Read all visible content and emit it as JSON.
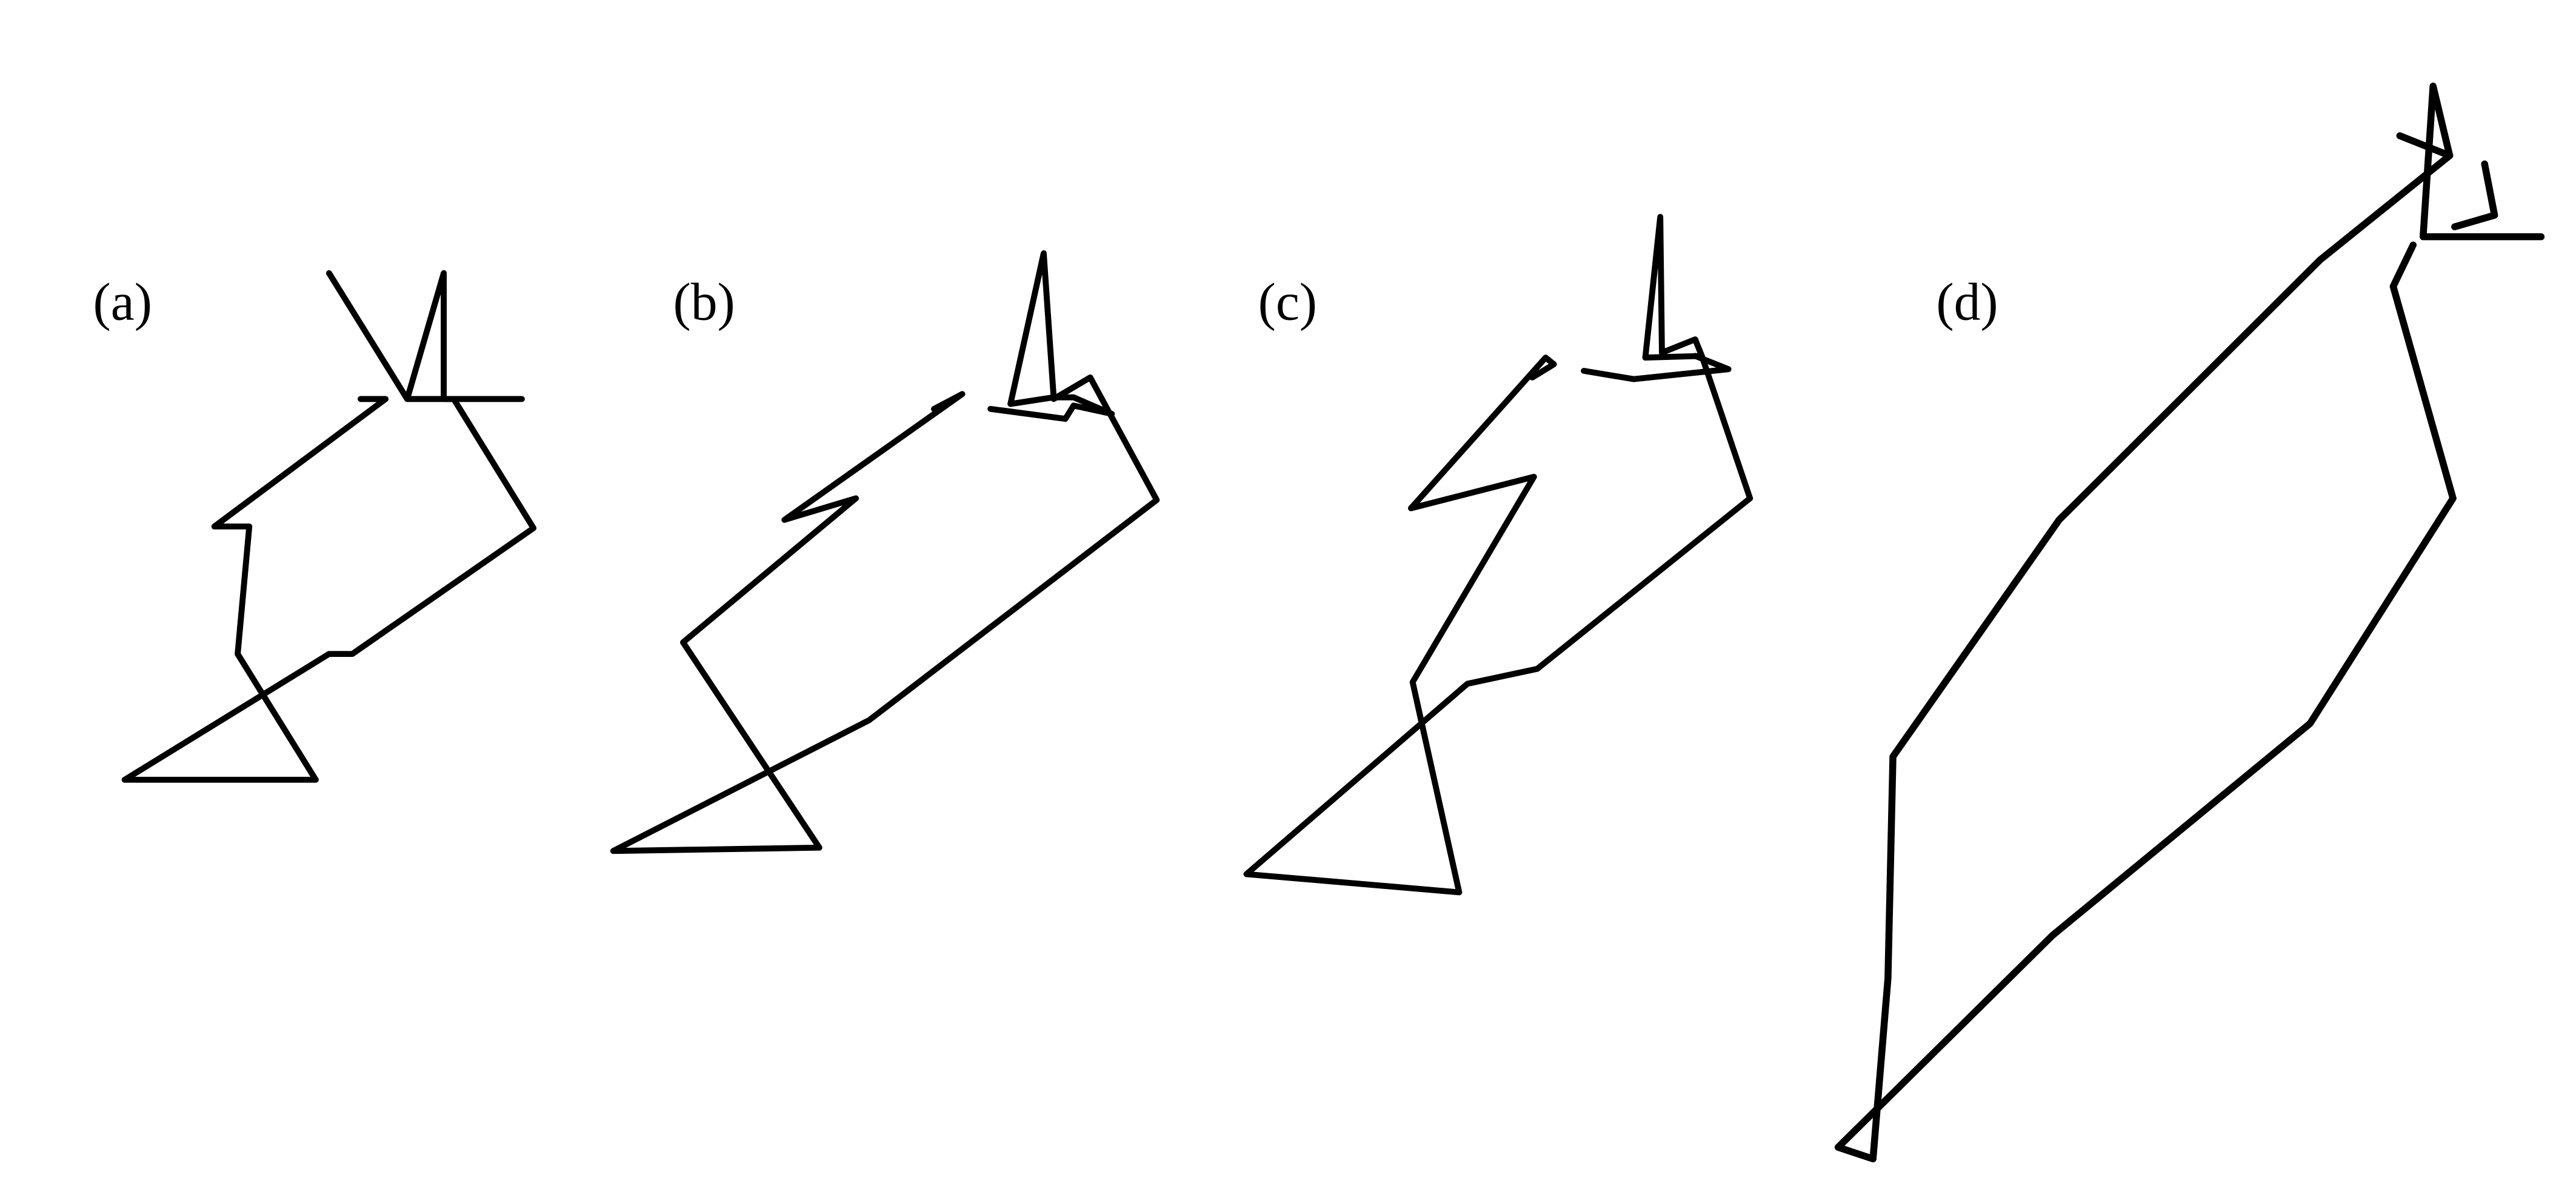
{
  "figure": {
    "panels": [
      {
        "id": "a",
        "label": "(a)"
      },
      {
        "id": "b",
        "label": "(b)"
      },
      {
        "id": "c",
        "label": "(c)"
      },
      {
        "id": "d",
        "label": "(d)"
      }
    ]
  },
  "style": {
    "line_color": "#000000",
    "background": "#ffffff"
  }
}
